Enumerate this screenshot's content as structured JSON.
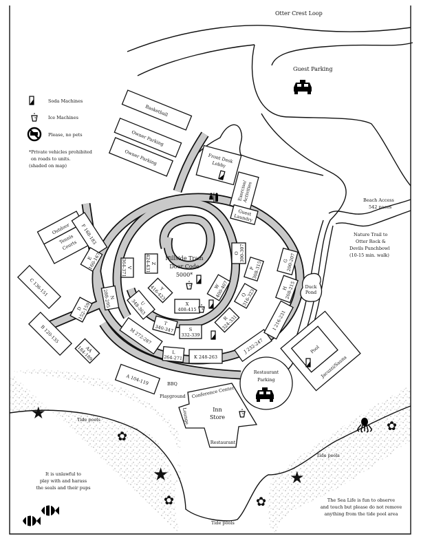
{
  "title_road": "Otter Crest Loop",
  "guest_parking": "Guest Parking",
  "legend": {
    "soda": "Soda Machines",
    "ice": "Ice Machines",
    "no_pets": "Please, no pets",
    "note": [
      "*Private vehicles prohibited",
      "on roads to units.",
      "(shaded on map)"
    ]
  },
  "facilities": {
    "basketball": "Basketball",
    "owner_parking_1": "Owner Parking",
    "owner_parking_2": "Owner Parking",
    "front_desk": [
      "Front Desk",
      "Lobby"
    ],
    "exercise": [
      "Exercise/",
      "Activities"
    ],
    "laundry": [
      "Guest",
      "Laundry"
    ],
    "tennis": [
      "Outdoor",
      "Tennis",
      "Courts"
    ],
    "hillside": [
      "Hillside Tram",
      "Door Code",
      "5000*"
    ],
    "duck_pond": [
      "Duck",
      "Pond"
    ],
    "pool": "Pool",
    "jacuzzi": "Jacuzzi/Sauna",
    "restaurant_parking": [
      "Restaurant",
      "Parking"
    ],
    "bbq": "BBQ",
    "playground": "Playground",
    "conference": "Conference Center",
    "lounge": "Lounge",
    "inn_store": [
      "Inn",
      "Store"
    ],
    "restaurant": "Restaurant"
  },
  "units": {
    "A": "A 104-119",
    "B": "B 120-135",
    "C": "C 136-151",
    "D": [
      "D",
      "152-159"
    ],
    "E": [
      "E",
      "160-167"
    ],
    "F": "F 168-183",
    "G": [
      "G",
      "200-207"
    ],
    "H": [
      "H",
      "208-215"
    ],
    "I": "I 216-231",
    "J": "J 232-247",
    "K": "K 248-263",
    "L": [
      "L",
      "264-271"
    ],
    "M": "M 272-287",
    "N": [
      "N",
      "288-295"
    ],
    "O": [
      "O",
      "300-307"
    ],
    "P": [
      "P",
      "308-315"
    ],
    "Q": [
      "Q",
      "316-323"
    ],
    "R": [
      "R",
      "324-331"
    ],
    "S": [
      "S",
      "332-339"
    ],
    "T": [
      "T",
      "340-347"
    ],
    "U": [
      "U",
      "348-363"
    ],
    "V": [
      "V",
      "364-371"
    ],
    "W": [
      "W",
      "400-407"
    ],
    "X": [
      "X",
      "408-415"
    ],
    "Y": [
      "Y",
      "416-423"
    ],
    "Z": [
      "Z",
      "424-431"
    ],
    "AA": [
      "AA",
      "184-189"
    ]
  },
  "trails": {
    "beach": [
      "Beach Access",
      "542 paces"
    ],
    "nature": [
      "Nature Trail to",
      "Otter Rock &",
      "Devils Punchbowl",
      "(10-15 min. walk)"
    ]
  },
  "shore": {
    "tide_pools_1": "Tide pools",
    "tide_pools_2": "Tide pools",
    "tide_pools_3": "Tide pools",
    "seals": [
      "It is unlawful to",
      "play with and harass",
      "the seals and their pups"
    ],
    "sealife": [
      "The Sea Life is fun to observe",
      "and touch but please do not remove",
      "anything from the tide pool area"
    ]
  }
}
